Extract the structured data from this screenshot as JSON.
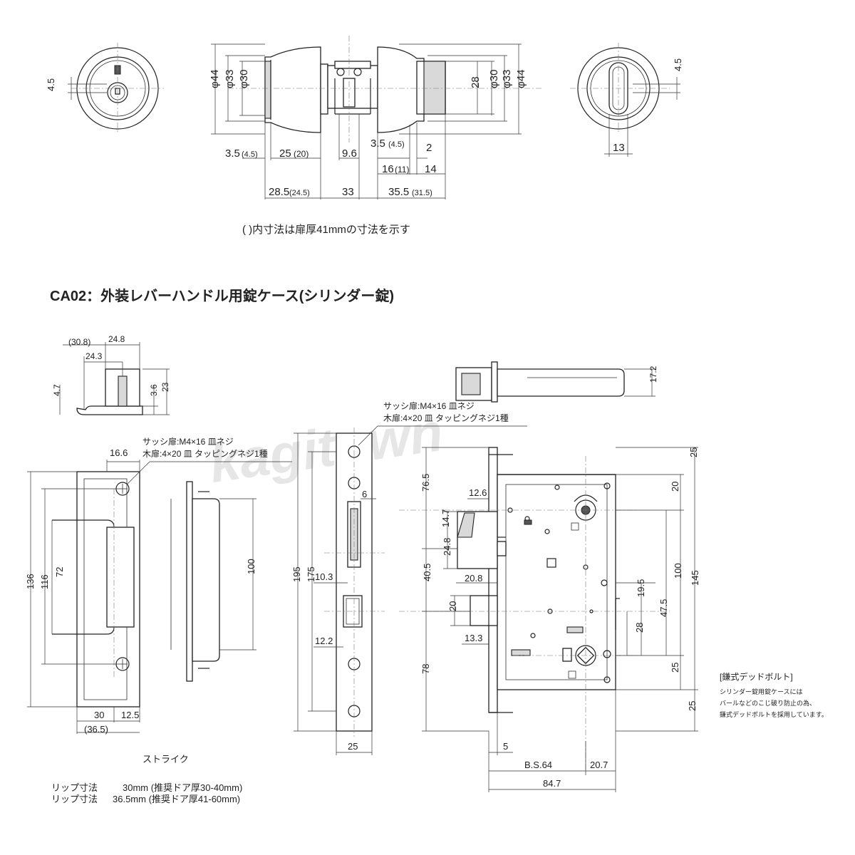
{
  "top_view": {
    "note": "( )内寸法は扉厚41mmの寸法を示す",
    "left_rose": {
      "dim_offset": "4.5"
    },
    "right_rose": {
      "dim_offset": "4.5",
      "dim_turn": "13"
    },
    "left_diameters": [
      "φ44",
      "φ33",
      "φ30"
    ],
    "right_diameters": [
      "28",
      "φ30",
      "φ33",
      "φ44"
    ],
    "dims": {
      "d_3_5a": "3.5",
      "d_3_5a_alt": "(4.5)",
      "d_25": "25",
      "d_25_alt": "(20)",
      "d_9_6": "9.6",
      "d_3_5b": "3.5",
      "d_3_5b_alt": "(4.5)",
      "d_2": "2",
      "d_16": "16",
      "d_16_alt": "(11)",
      "d_14": "14",
      "d_28_5": "28.5",
      "d_28_5_alt": "(24.5)",
      "d_33": "33",
      "d_35_5": "35.5",
      "d_35_5_alt": "(31.5)"
    }
  },
  "section_title": "CA02：外装レバーハンドル用錠ケース(シリンダー錠)",
  "watermark": "kagitown",
  "strike_side": {
    "d_30_8": "(30.8)",
    "d_24_8": "24.8",
    "d_24_3": "24.3",
    "d_4_7": "4.7",
    "d_3_6": "3.6",
    "d_23": "23"
  },
  "strike": {
    "screw_note_1": "サッシ扉:M4×16 皿ネジ",
    "screw_note_2": "木扉:4×20 皿 タッピングネジ1種",
    "d_16_6": "16.6",
    "d_136": "136",
    "d_116": "116",
    "d_72": "72",
    "d_100": "100",
    "d_30": "30",
    "d_12_5": "12.5",
    "d_36_5": "(36.5)",
    "label": "ストライク",
    "lip_1_label": "リップ寸法",
    "lip_1_value": "30mm (推奨ドア厚30-40mm)",
    "lip_2_label": "リップ寸法",
    "lip_2_value": "36.5mm (推奨ドア厚41-60mm)"
  },
  "front_plate": {
    "screw_note_1": "サッシ扉:M4×16 皿ネジ",
    "screw_note_2": "木扉:4×20 皿 タッピングネジ1種",
    "d_6": "6",
    "d_195": "195",
    "d_175": "175",
    "d_10_3": "10.3",
    "d_12_2": "12.2",
    "d_25": "25"
  },
  "lock_case": {
    "d_17_2": "17.2",
    "d_76_5": "76.5",
    "d_12_6": "12.6",
    "d_14_7": "14.7",
    "d_24_8": "24.8",
    "d_40_5": "40.5",
    "d_20_8": "20.8",
    "d_20a": "20",
    "d_13_3": "13.3",
    "d_78": "78",
    "d_5": "5",
    "d_bs": "B.S.64",
    "d_20_7": "20.7",
    "d_84_7": "84.7",
    "d_25_top": "25",
    "d_20_top": "20",
    "d_100": "100",
    "d_145": "145",
    "d_19_5": "19.5",
    "d_47_5": "47.5",
    "d_28": "28",
    "d_25_mid": "25",
    "d_25_bot": "25"
  },
  "side_note": {
    "title": "[鎌式デッドボルト]",
    "lines": [
      "シリンダー錠用錠ケースには",
      "バールなどのこじ破り防止の為、",
      "鎌式デッドボルトを採用しています。"
    ]
  }
}
